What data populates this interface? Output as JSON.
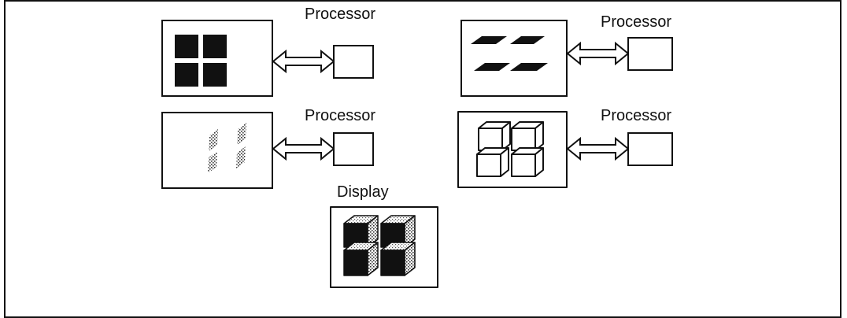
{
  "labels": {
    "processor_1": "Processor",
    "processor_2": "Processor",
    "processor_3": "Processor",
    "processor_4": "Processor",
    "display": "Display"
  },
  "colors": {
    "ink": "#111111",
    "background": "#ffffff",
    "stipple": "#888888"
  }
}
